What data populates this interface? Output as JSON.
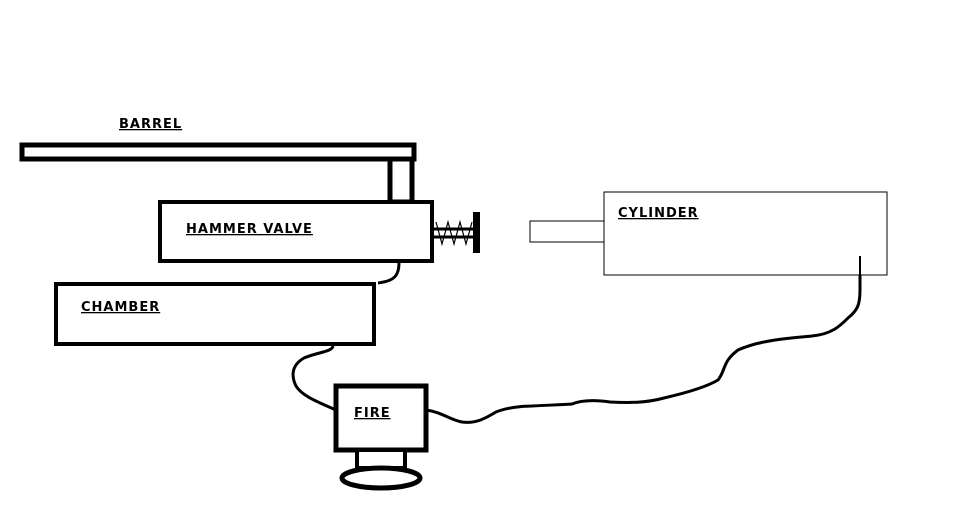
{
  "diagram": {
    "labels": {
      "barrel": "BARREL",
      "hammer_valve": "HAMMER VALVE",
      "chamber": "CHAMBER",
      "cylinder": "CYLINDER",
      "fire": "FIRE"
    },
    "colors": {
      "ink": "#000000",
      "background": "#ffffff"
    }
  }
}
